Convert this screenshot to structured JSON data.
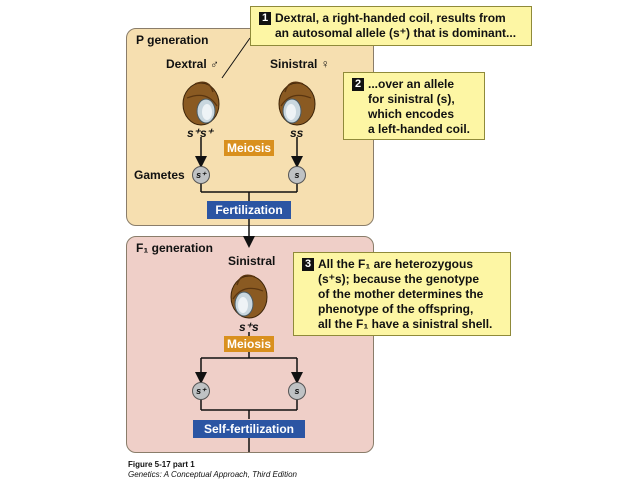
{
  "callouts": {
    "c1_num": "1",
    "c1_line1": "Dextral, a right-handed coil, results from",
    "c1_line2": "an autosomal allele (s⁺) that is dominant...",
    "c2_num": "2",
    "c2_line1": "...over an allele",
    "c2_line2": "for sinistral (s),",
    "c2_line3": "which encodes",
    "c2_line4": "a left-handed coil.",
    "c3_num": "3",
    "c3_line1": "All the F₁ are heterozygous",
    "c3_line2": "(s⁺s); because the genotype",
    "c3_line3": "of the mother determines the",
    "c3_line4": "phenotype of the offspring,",
    "c3_line5": "all the F₁ have a sinistral shell."
  },
  "p_generation": {
    "title": "P generation",
    "dextral_label": "Dextral ♂",
    "sinistral_label": "Sinistral ♀",
    "dextral_genotype": "s⁺s⁺",
    "sinistral_genotype": "ss",
    "meiosis_label": "Meiosis",
    "gametes_label": "Gametes",
    "gamete_left": "s⁺",
    "gamete_right": "s"
  },
  "fertilization_label": "Fertilization",
  "f1_generation": {
    "title": "F₁ generation",
    "sinistral_label": "Sinistral",
    "genotype": "s⁺s",
    "meiosis_label": "Meiosis",
    "gamete_left": "s⁺",
    "gamete_right": "s",
    "self_fertilization_label": "Self-fertilization"
  },
  "caption": {
    "line1": "Figure 5-17 part 1",
    "line2": "Genetics: A Conceptual Approach, Third Edition"
  },
  "colors": {
    "p_panel": "#f6dfb0",
    "f1_panel": "#efcfc8",
    "callout": "#fdf6a4",
    "meiosis": "#d9901e",
    "fertilization": "#2b55a3"
  }
}
